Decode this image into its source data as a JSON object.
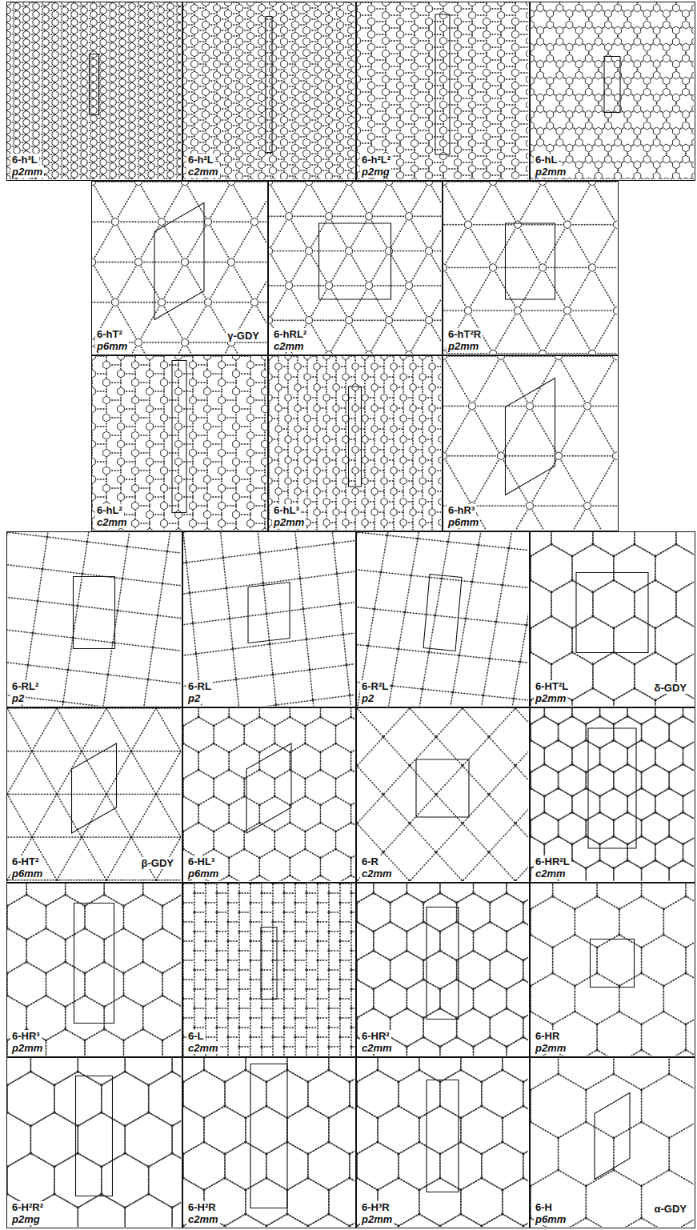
{
  "diagram": {
    "nodes": [
      {
        "text": [
          "6-h³L",
          "p2mm"
        ]
      },
      {
        "text": [
          "6-h²L",
          "c2mm"
        ]
      },
      {
        "text": [
          "6-h²L²",
          "p2mg"
        ]
      },
      {
        "text": [
          "6-hL",
          "p2mm"
        ]
      },
      {
        "text": [
          "6-hT²",
          "p6mm",
          "γ-GDY"
        ]
      },
      {
        "text": [
          "6-hRL²",
          "c2mm"
        ]
      },
      {
        "text": [
          "6-hT²R",
          "p2mm"
        ]
      },
      {
        "text": [
          "6-hL²",
          "c2mm"
        ]
      },
      {
        "text": [
          "6-hL³",
          "p2mm"
        ]
      },
      {
        "text": [
          "6-hR³",
          "p6mm"
        ]
      },
      {
        "text": [
          "6-RL²",
          "p2"
        ]
      },
      {
        "text": [
          "6-RL",
          "p2"
        ]
      },
      {
        "text": [
          "6-R²L",
          "p2"
        ]
      },
      {
        "text": [
          "6-HT²L",
          "p2mm",
          "δ-GDY"
        ]
      },
      {
        "text": [
          "6-HT²",
          "p6mm",
          "β-GDY"
        ]
      },
      {
        "text": [
          "6-HL³",
          "p6mm"
        ]
      },
      {
        "text": [
          "6-R",
          "c2mm"
        ]
      },
      {
        "text": [
          "6-HR²L",
          "c2mm"
        ]
      },
      {
        "text": [
          "6-HR³",
          "p2mm"
        ]
      },
      {
        "text": [
          "6-L",
          "c2mm"
        ]
      },
      {
        "text": [
          "6-HR²",
          "c2mm"
        ]
      },
      {
        "text": [
          "6-HR",
          "p2mm"
        ]
      },
      {
        "text": [
          "6-H²R²",
          "p2mg"
        ]
      },
      {
        "text": [
          "6-H²R",
          "c2mm"
        ]
      },
      {
        "text": [
          "6-H³R",
          "p2mm"
        ]
      },
      {
        "text": [
          "6-H",
          "p6mm",
          "α-GDY"
        ]
      }
    ]
  }
}
